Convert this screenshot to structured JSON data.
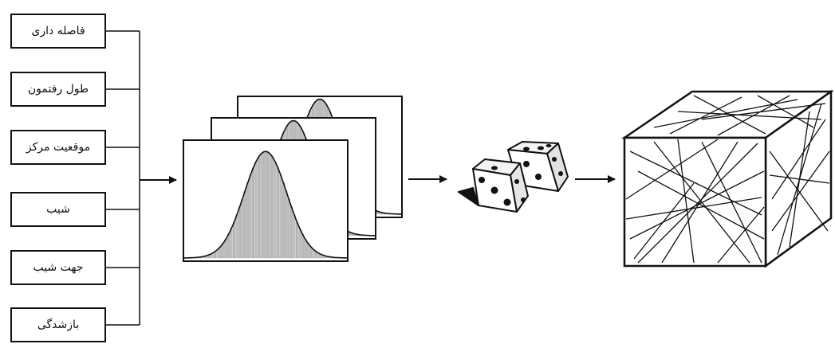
{
  "parameters": [
    {
      "label": "فاصله داری"
    },
    {
      "label": "طول رفتمون"
    },
    {
      "label": "موقعیت مرکز"
    },
    {
      "label": "شیب"
    },
    {
      "label": "جهت شیب"
    },
    {
      "label": "بازشدگی"
    }
  ],
  "colors": {
    "stroke": "#111111",
    "histogram_fill": "#bdbdbd",
    "background": "#ffffff"
  },
  "icons": {
    "distributions": "histogram-stack-icon",
    "random": "dice-icon",
    "model": "fracture-cube-icon"
  }
}
